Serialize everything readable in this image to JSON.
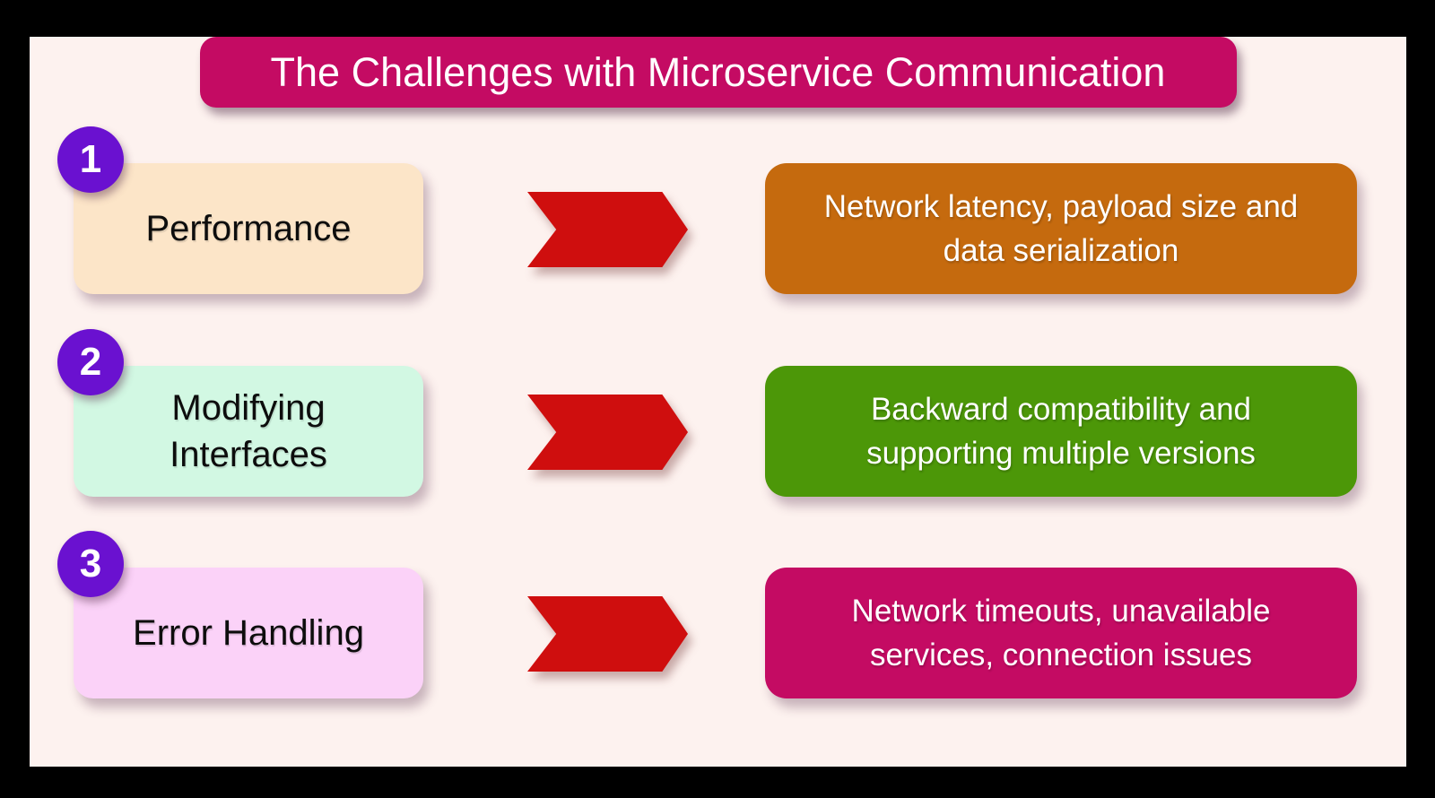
{
  "title": "The Challenges with Microservice Communication",
  "rows": [
    {
      "number": "1",
      "topic": "Performance",
      "topic_bg": "#fce5c8",
      "detail": "Network latency, payload size and\ndata serialization",
      "detail_bg": "#c56a0e"
    },
    {
      "number": "2",
      "topic": "Modifying\nInterfaces",
      "topic_bg": "#d2f8e3",
      "detail": "Backward compatibility and\nsupporting multiple versions",
      "detail_bg": "#4c9708"
    },
    {
      "number": "3",
      "topic": "Error Handling",
      "topic_bg": "#fbd2f8",
      "detail": "Network timeouts, unavailable\nservices, connection issues",
      "detail_bg": "#c40b63"
    }
  ],
  "colors": {
    "outer_background": "#000000",
    "panel_background": "#fdf2ef",
    "title_banner": "#c40b63",
    "badge_purple": "#6a11d0",
    "arrow_red": "#cf0e0e",
    "title_text": "#ffffff",
    "detail_text": "#ffffff",
    "topic_text": "#0d0d0d"
  }
}
